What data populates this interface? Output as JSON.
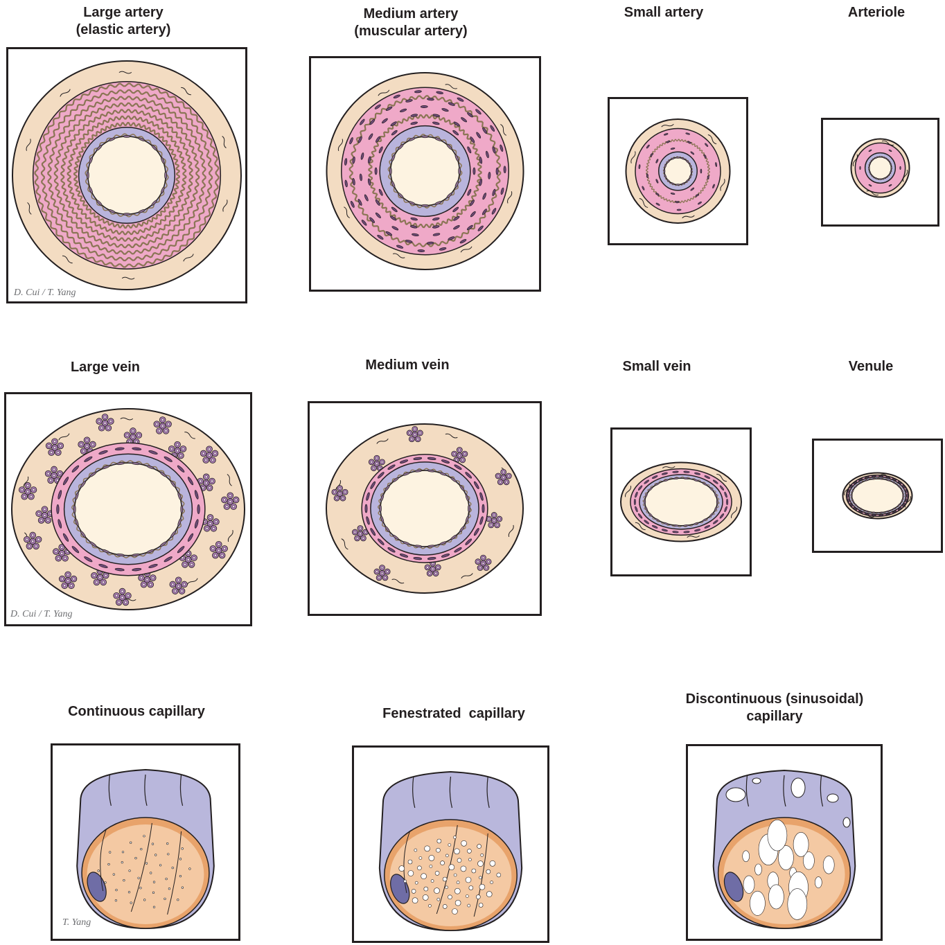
{
  "colors": {
    "adventitia": "#f3dcc2",
    "media": "#efa9c8",
    "intima": "#b9b4dc",
    "lumen": "#fdf3e1",
    "elastic_fiber": "#8b7555",
    "outline": "#231f20",
    "smooth_muscle_nucleus": "#6e4a78",
    "nerve_bundle": "#a77bb0",
    "capillary_wall": "#b9b7dc",
    "capillary_cytoplasm": "#f4c9a3",
    "capillary_cell_edge": "#e8a36b",
    "capillary_nucleus": "#6f6da6"
  },
  "arteries": {
    "large_artery": {
      "title_line1": "Large artery",
      "title_line2": "(elastic artery)",
      "signature": "D. Cui / T. Yang"
    },
    "medium_artery": {
      "title_line1": "Medium artery",
      "title_line2": "(muscular artery)"
    },
    "small_artery": {
      "title": "Small artery"
    },
    "arteriole": {
      "title": "Arteriole"
    }
  },
  "veins": {
    "large_vein": {
      "title": "Large vein",
      "signature": "D. Cui / T. Yang"
    },
    "medium_vein": {
      "title": "Medium vein"
    },
    "small_vein": {
      "title": "Small vein"
    },
    "venule": {
      "title": "Venule"
    }
  },
  "capillaries": {
    "continuous": {
      "title": "Continuous capillary",
      "signature": "T. Yang"
    },
    "fenestrated": {
      "title": "Fenestrated  capillary"
    },
    "discontinuous": {
      "title_line1": "Discontinuous (sinusoidal)",
      "title_line2": "capillary"
    }
  }
}
